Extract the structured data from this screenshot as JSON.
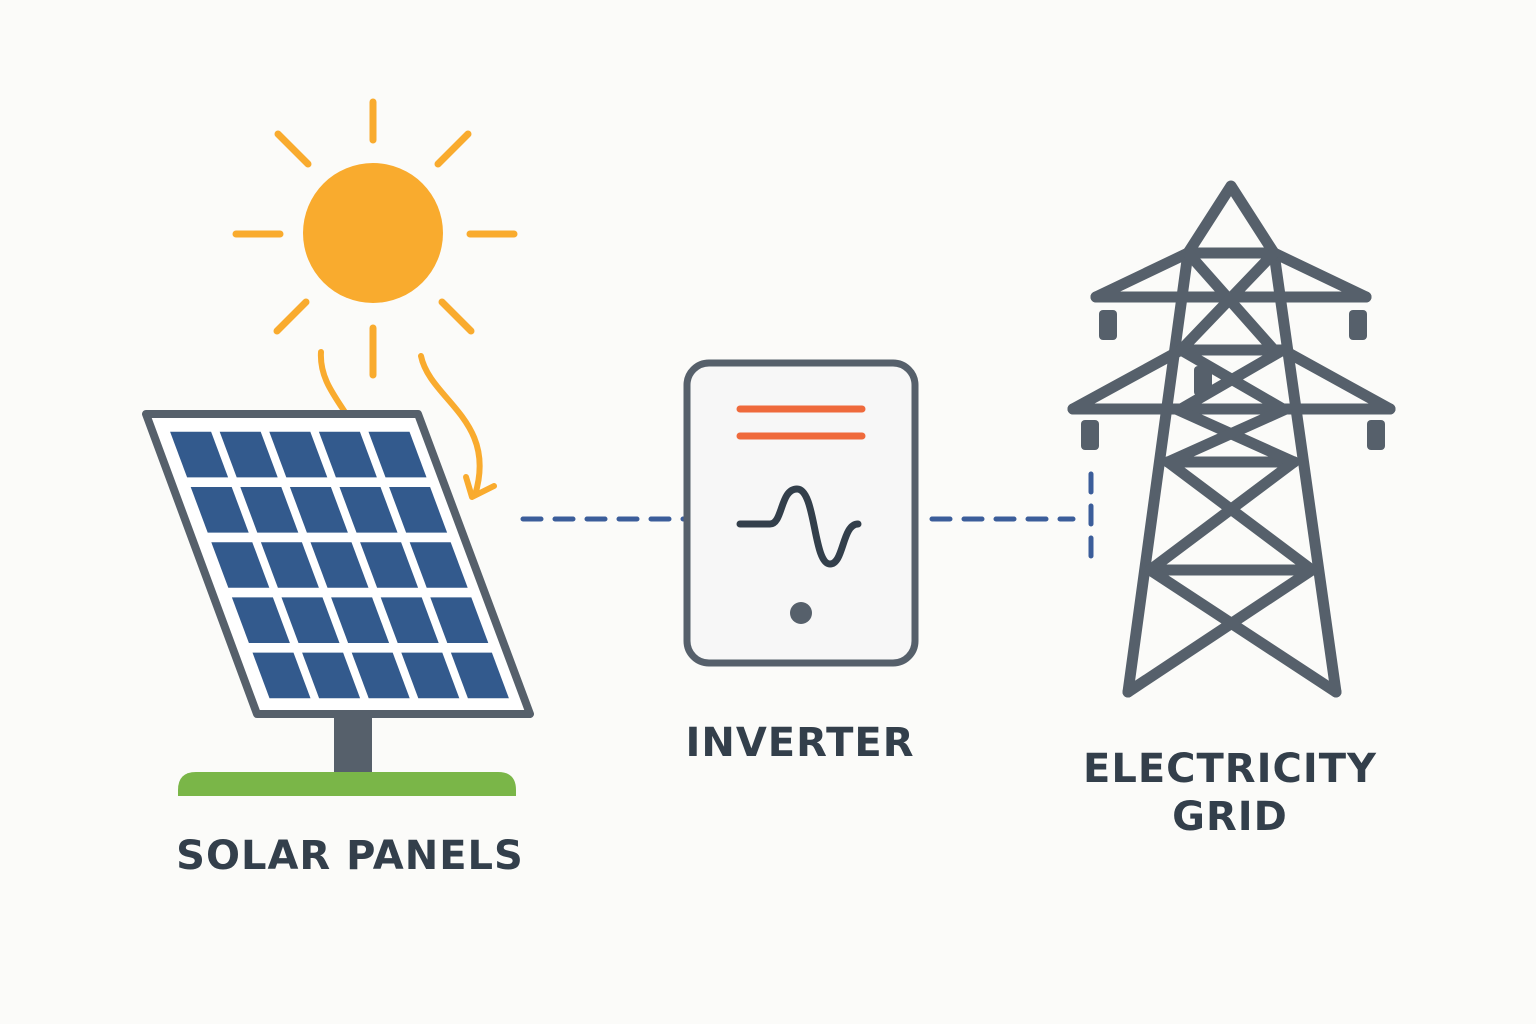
{
  "labels": {
    "solar_panels": "SOLAR PANELS",
    "inverter": "INVERTER",
    "grid_line1": "ELECTRICITY",
    "grid_line2": "GRID"
  },
  "colors": {
    "background": "#fbfbf9",
    "sun": "#f9ab2e",
    "panel_cell": "#335a8d",
    "frame": "#56606b",
    "ground": "#7ab648",
    "inverter_display": "#ef6a3c",
    "connector": "#3b5d9a",
    "text": "#333f4b"
  },
  "icons": [
    "sun-icon",
    "solar-panel-icon",
    "inverter-icon",
    "sine-wave-icon",
    "transmission-tower-icon"
  ]
}
